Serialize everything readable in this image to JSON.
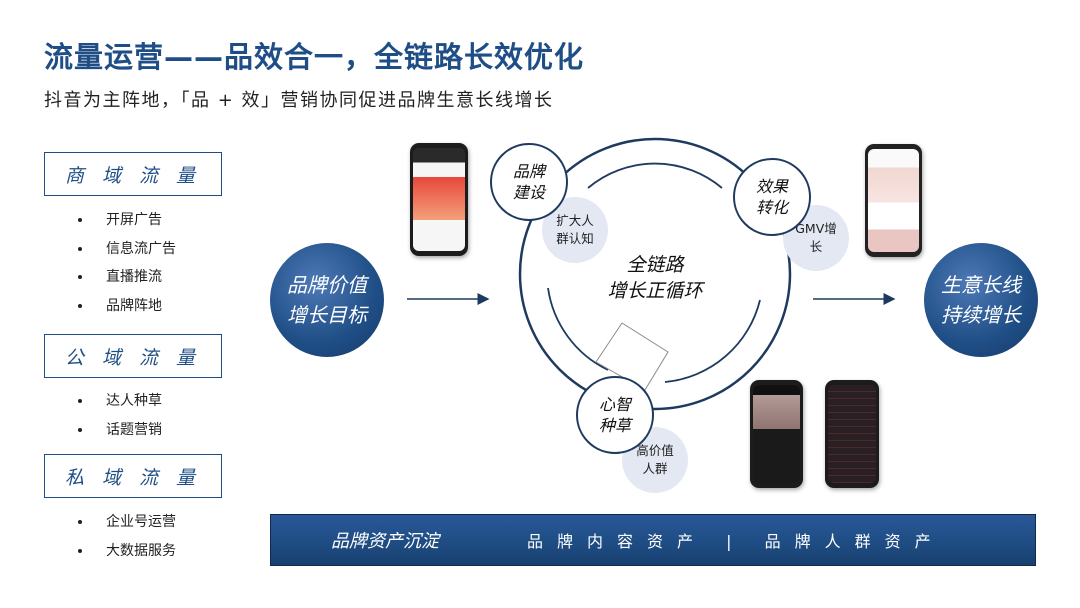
{
  "header": {
    "title": "流量运营——品效合一，全链路长效优化",
    "subtitle": "抖音为主阵地，「品 + 效」营销协同促进品牌生意长线增长"
  },
  "categories": [
    {
      "label": "商 域 流 量",
      "items": [
        "开屏广告",
        "信息流广告",
        "直播推流",
        "品牌阵地"
      ]
    },
    {
      "label": "公 域 流 量",
      "items": [
        "达人种草",
        "话题营销"
      ]
    },
    {
      "label": "私 域 流 量",
      "items": [
        "企业号运营",
        "大数据服务"
      ]
    }
  ],
  "left_circle": {
    "line1": "品牌价值",
    "line2": "增长目标"
  },
  "right_circle": {
    "line1": "生意长线",
    "line2": "持续增长"
  },
  "cycle": {
    "center_line1": "全链路",
    "center_line2": "增长正循环",
    "nodes": [
      {
        "line1": "品牌",
        "line2": "建设",
        "bubble1": "扩大人",
        "bubble2": "群认知"
      },
      {
        "line1": "效果",
        "line2": "转化",
        "bubble1": "GMV增",
        "bubble2": "长"
      },
      {
        "line1": "心智",
        "line2": "种草",
        "bubble1": "高价值",
        "bubble2": "人群"
      }
    ]
  },
  "bottom_bar": {
    "title": "品牌资产沉淀",
    "assets": "品牌内容资产 | 品牌人群资产"
  },
  "colors": {
    "brand_blue": "#1f4e86",
    "bubble": "#e3e8f3",
    "ring": "#1f3a5f"
  }
}
